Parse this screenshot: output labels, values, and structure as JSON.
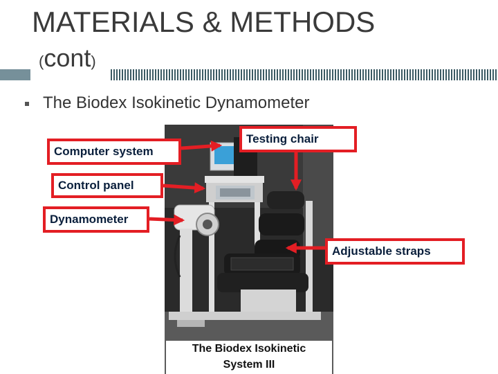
{
  "slide": {
    "title_line1": "MATERIALS & METHODS",
    "title_line2_open": "(",
    "title_line2_word": "cont",
    "title_line2_close": ")",
    "bullet": "The Biodex Isokinetic Dynamometer"
  },
  "callouts": {
    "computer_system": "Computer system",
    "testing_chair": "Testing chair",
    "control_panel": "Control panel",
    "dynamometer": "Dynamometer",
    "adjustable_straps": "Adjustable straps"
  },
  "caption": {
    "line1": "The Biodex Isokinetic",
    "line2": "System III"
  },
  "colors": {
    "callout_border": "#e31e24",
    "arrow": "#e31e24",
    "title_text": "#3a3a3a",
    "rule": "#3b5a63"
  }
}
